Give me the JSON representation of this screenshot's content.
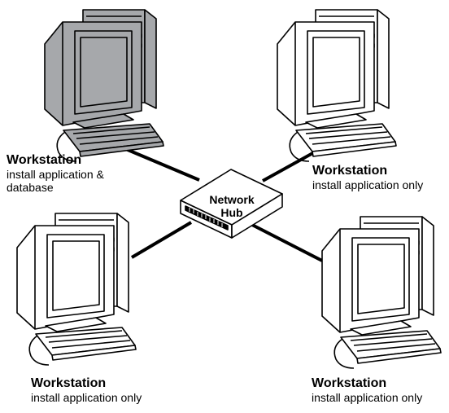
{
  "hub": {
    "label_line1": "Network",
    "label_line2": "Hub"
  },
  "workstations": [
    {
      "position": "top-left",
      "title": "Workstation",
      "desc_line1": "install application &",
      "desc_line2": "database",
      "shaded": true
    },
    {
      "position": "top-right",
      "title": "Workstation",
      "desc_line1": "install application only",
      "desc_line2": "",
      "shaded": false
    },
    {
      "position": "bottom-left",
      "title": "Workstation",
      "desc_line1": "install application only",
      "desc_line2": "",
      "shaded": false
    },
    {
      "position": "bottom-right",
      "title": "Workstation",
      "desc_line1": "install application only",
      "desc_line2": "",
      "shaded": false
    }
  ],
  "colors": {
    "outline": "#000000",
    "shaded_fill": "#a6a8ab",
    "shaded_dark": "#8d9094",
    "plain_fill": "#ffffff"
  }
}
